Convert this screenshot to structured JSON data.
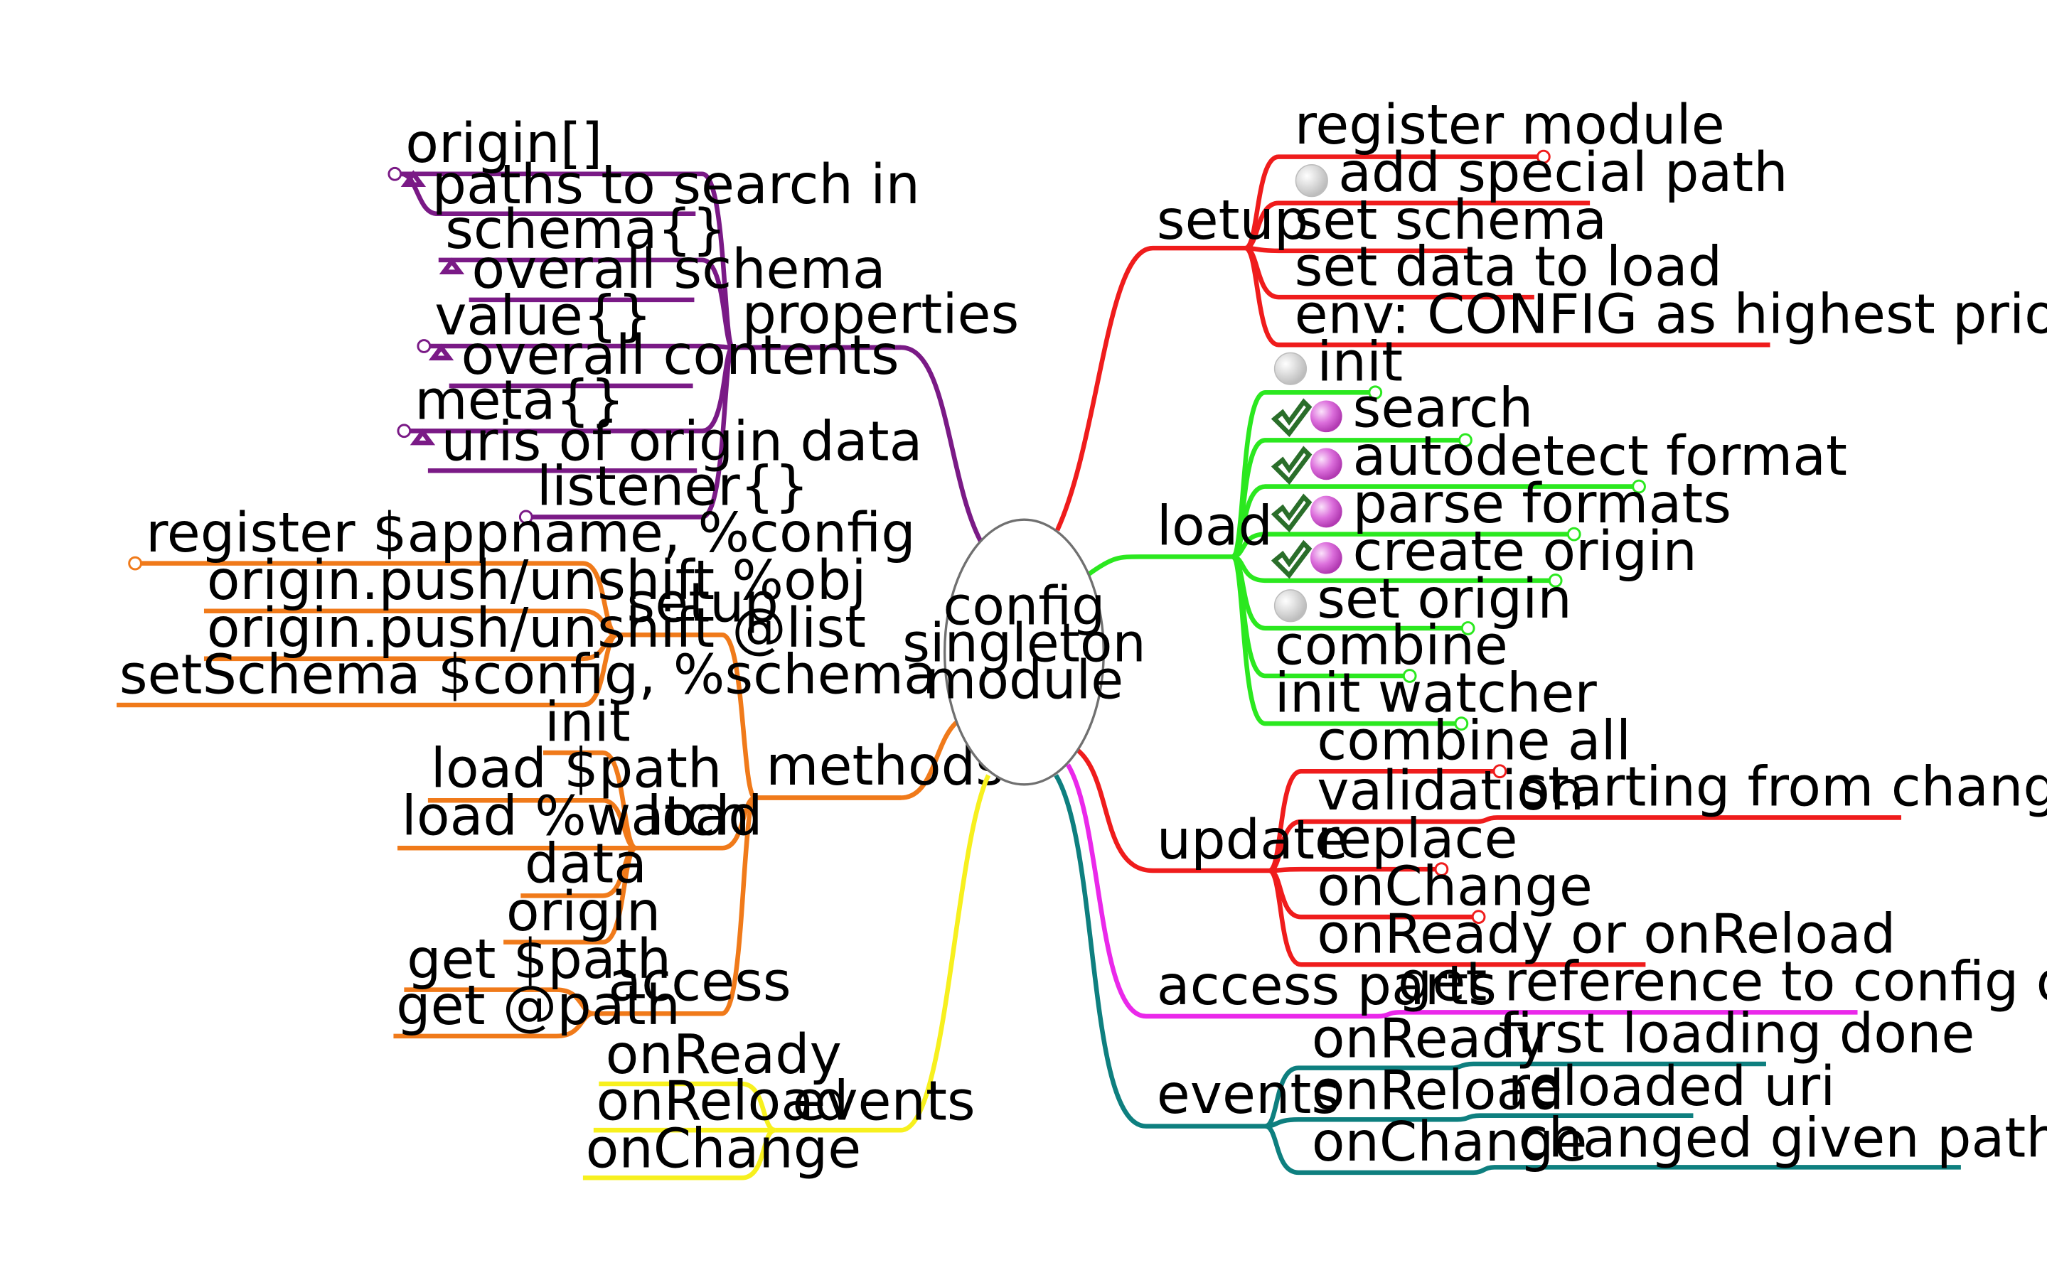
{
  "root": {
    "lines": [
      "config",
      "singleton",
      "module"
    ]
  },
  "colors": {
    "properties": "#7a1a86",
    "methods": "#f07a1a",
    "events_left": "#f7f01e",
    "setup_right": "#ef1c1c",
    "load_right": "#2be81f",
    "update_right": "#ef1c1c",
    "access_parts": "#ea28ea",
    "events_right": "#0e7f7f",
    "root_stroke": "#707070"
  },
  "left": {
    "properties": {
      "label": "properties",
      "children": [
        {
          "label": "origin[]",
          "note": "paths to search in"
        },
        {
          "label": "schema{}",
          "note": "overall schema"
        },
        {
          "label": "value{}",
          "note": "overall contents"
        },
        {
          "label": "meta{}",
          "note": "uris of origin data"
        },
        {
          "label": "listener{}"
        }
      ]
    },
    "methods": {
      "label": "methods",
      "setup": {
        "label": "setup",
        "children": [
          "register $appname, %config",
          "origin.push/unshift %obj",
          "origin.push/unshift @list",
          "setSchema $config, %schema"
        ]
      },
      "load": {
        "label": "load",
        "children": [
          "init",
          "load $path",
          "load %watch",
          "data",
          "origin"
        ]
      },
      "access": {
        "label": "access",
        "children": [
          "get $path",
          "get @path"
        ]
      }
    },
    "events": {
      "label": "events",
      "children": [
        "onReady",
        "onReload",
        "onChange"
      ]
    }
  },
  "right": {
    "setup": {
      "label": "setup",
      "children": [
        "register module",
        "add special path",
        "set schema",
        "set data to load",
        "env: CONFIG as highest priority"
      ]
    },
    "load": {
      "label": "load",
      "children": [
        "init",
        "search",
        "autodetect format",
        "parse formats",
        "create origin",
        "set origin",
        "combine",
        "init watcher"
      ]
    },
    "update": {
      "label": "update",
      "children": [
        "combine all",
        "validation",
        "replace",
        "onChange",
        "onReady or onReload"
      ],
      "validation_note": "starting from changeroot"
    },
    "access_parts": {
      "label": "access parts",
      "note": "get reference to config or part"
    },
    "events": {
      "label": "events",
      "children": [
        {
          "label": "onReady",
          "note": "first loading done"
        },
        {
          "label": "onReload",
          "note": "reloaded uri"
        },
        {
          "label": "onChange",
          "note": "changed given path at $path"
        }
      ]
    }
  },
  "icons": {
    "tick": "check-icon",
    "ball": "pink-ball-icon",
    "half": "half-progress-icon",
    "quarter": "quarter-progress-icon",
    "small_circle": "connector-circle-icon",
    "small_triangle": "attribute-triangle-icon"
  }
}
